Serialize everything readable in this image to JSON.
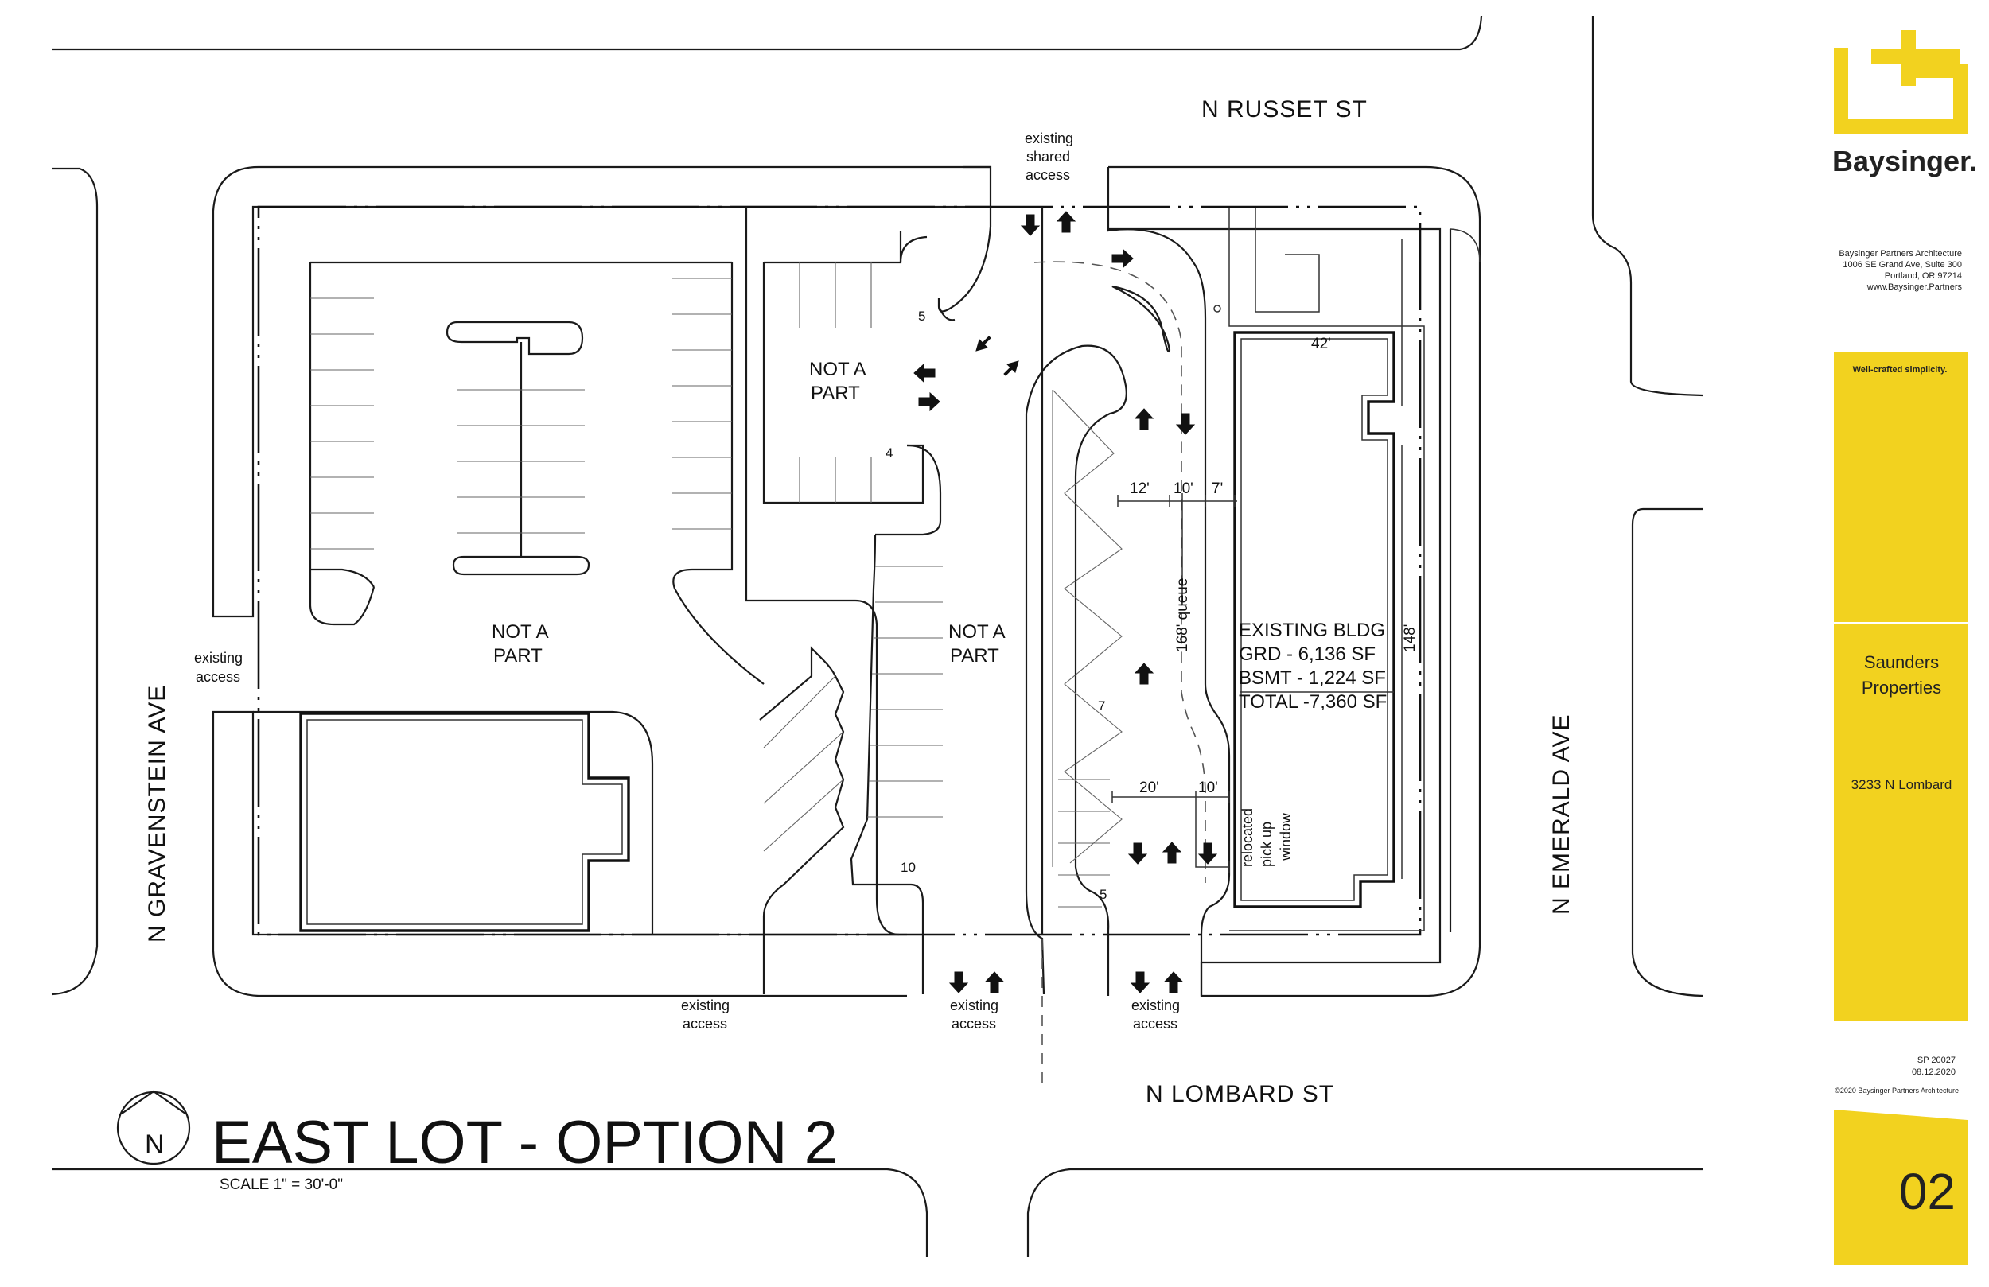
{
  "plan": {
    "title": "EAST LOT - OPTION 2",
    "scale": "SCALE  1\" = 30'-0\"",
    "north_label": "N",
    "streets": {
      "north": "N RUSSET ST",
      "south": "N LOMBARD ST",
      "west": "N GRAVENSTEIN AVE",
      "east": "N EMERALD AVE"
    },
    "access_notes": {
      "shared_line1": "existing",
      "shared_line2": "shared",
      "shared_line3": "access",
      "west_line1": "existing",
      "west_line2": "access",
      "south1_line1": "existing",
      "south1_line2": "access",
      "south2_line1": "existing",
      "south2_line2": "access",
      "south3_line1": "existing",
      "south3_line2": "access"
    },
    "not_a_part": {
      "line1": "NOT A",
      "line2": "PART"
    },
    "stall_counts": {
      "a": "5",
      "b": "4",
      "c": "10",
      "d": "7",
      "e": "5"
    },
    "dimensions": {
      "d12": "12'",
      "d10a": "10'",
      "d7": "7'",
      "d20": "20'",
      "d10b": "10'",
      "d42": "42'",
      "d148": "148'",
      "queue": "168' queue"
    },
    "pickup": {
      "line1": "relocated",
      "line2": "pick up",
      "line3": "window"
    },
    "building": {
      "line1": "EXISTING BLDG",
      "line2": "GRD   - 6,136 SF",
      "line3": "BSMT - 1,224 SF",
      "line4": "TOTAL -7,360 SF"
    }
  },
  "sidebar": {
    "brand": "Baysinger.",
    "firm": "Baysinger Partners Architecture",
    "address1": "1006 SE Grand Ave, Suite 300",
    "address2": "Portland, OR 97214",
    "website": "www.Baysinger.Partners",
    "tagline": "Well-crafted simplicity.",
    "client_line1": "Saunders",
    "client_line2": "Properties",
    "project_address": "3233 N Lombard",
    "project_number": "SP 20027",
    "date": "08.12.2020",
    "copyright": "©2020 Baysinger Partners Architecture",
    "sheet": "02",
    "accent": "#F2D21F"
  }
}
